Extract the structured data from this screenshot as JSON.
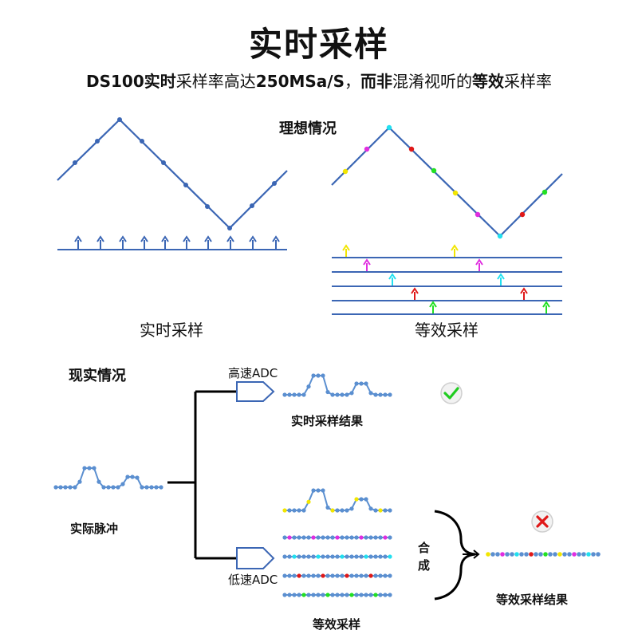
{
  "header": {
    "title": "实时采样",
    "subtitle": {
      "p1": "DS100实时",
      "p2": "采样率高达",
      "p3": "250MSa/S",
      "p4": "，",
      "p5": "而非",
      "p6": "混淆视听的",
      "p7": "等效",
      "p8": "采样率"
    }
  },
  "ideal": {
    "heading": "理想情况",
    "realtime_caption": "实时采样",
    "equivalent_caption": "等效采样"
  },
  "real": {
    "heading": "现实情况",
    "pulse_label": "实际脉冲",
    "high_adc_label": "高速ADC",
    "low_adc_label": "低速ADC",
    "realtime_result_label": "实时采样结果",
    "equivalent_sampling_label": "等效采样",
    "combine_label_1": "合",
    "combine_label_2": "成",
    "equivalent_result_label": "等效采样结果",
    "check_icon": "check-icon",
    "cross_icon": "cross-icon"
  },
  "colors": {
    "line": "#3b66b4",
    "dot": "#5b8fd0",
    "yellow": "#f2e600",
    "magenta": "#e02ee0",
    "cyan": "#22e0f0",
    "red": "#e01818",
    "green": "#22e022",
    "check": "#1fcc1f",
    "cross": "#e01818"
  }
}
